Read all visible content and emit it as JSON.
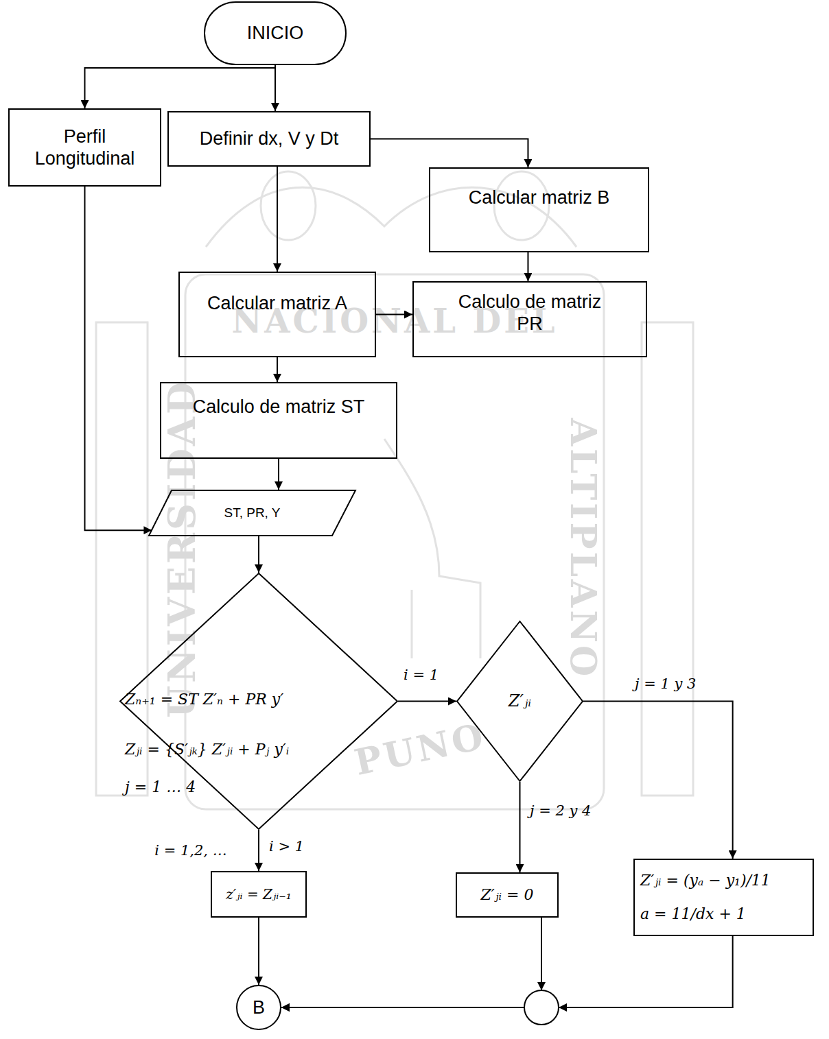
{
  "diagram": {
    "nodes": [
      {
        "text": [
          "INICIO"
        ]
      },
      {
        "text": [
          "Perfil Longitudinal"
        ]
      },
      {
        "text": [
          "Definir dx, V y Dt"
        ]
      },
      {
        "text": [
          "Calcular matriz B"
        ]
      },
      {
        "text": [
          "Calcular matriz A"
        ]
      },
      {
        "text": [
          "Calculo de matriz PR"
        ]
      },
      {
        "text": [
          "Calculo de matriz ST"
        ]
      },
      {
        "text": [
          "ST, PR, Y"
        ]
      },
      {
        "text": [
          "Zₙ₊₁ = ST Z′ₙ + PR y′",
          "Zⱼᵢ = {S′ⱼₖ} Z′ⱼᵢ + Pⱼ y′ᵢ",
          "j = 1 … 4"
        ]
      },
      {
        "text": [
          "Z′ⱼᵢ"
        ]
      },
      {
        "text": [
          "z′ⱼᵢ = Zⱼᵢ₋₁"
        ]
      },
      {
        "text": [
          "Z′ⱼᵢ = 0"
        ]
      },
      {
        "text": [
          "Z′ⱼᵢ = (yₐ − y₁)/11",
          "a = 11/dx + 1"
        ]
      },
      {
        "text": [
          "B"
        ]
      }
    ],
    "edges": [
      {
        "from": 0,
        "to": 1,
        "arrow": "to"
      },
      {
        "from": 0,
        "to": 2,
        "arrow": "to"
      },
      {
        "from": 2,
        "to": 3,
        "arrow": "to"
      },
      {
        "from": 2,
        "to": 4,
        "arrow": "to"
      },
      {
        "from": 3,
        "to": 5,
        "arrow": "to"
      },
      {
        "from": 4,
        "to": 5,
        "arrow": "to"
      },
      {
        "from": 4,
        "to": 6,
        "arrow": "to"
      },
      {
        "from": 6,
        "to": 7,
        "arrow": "to"
      },
      {
        "from": 1,
        "to": 7,
        "arrow": "to"
      },
      {
        "from": 7,
        "to": 8,
        "arrow": "to"
      },
      {
        "from": 8,
        "to": 9,
        "label": "i = 1",
        "arrow": "to"
      },
      {
        "from": 8,
        "to": 10,
        "label": "i > 1",
        "arrow": "to"
      },
      {
        "from": 9,
        "to": 11,
        "label": "j = 2 y 4",
        "arrow": "to"
      },
      {
        "from": 9,
        "to": 12,
        "label": "j = 1 y 3",
        "arrow": "to"
      },
      {
        "from": 10,
        "to": 13,
        "arrow": "to"
      },
      {
        "from": 11,
        "to": 13,
        "arrow": "to"
      },
      {
        "from": 12,
        "to": 13,
        "arrow": "to"
      }
    ],
    "labels": [
      "i = 1,2, …",
      "UNIVERSIDAD",
      "NACIONAL DEL",
      "ALTIPLANO",
      "PUNO"
    ]
  }
}
